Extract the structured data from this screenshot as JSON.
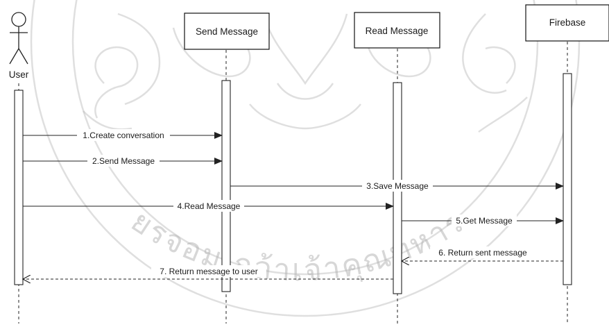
{
  "actor": {
    "label": "User"
  },
  "participants": [
    {
      "id": "send",
      "label": "Send Message"
    },
    {
      "id": "read",
      "label": "Read Message"
    },
    {
      "id": "firebase",
      "label": "Firebase"
    }
  ],
  "messages": [
    {
      "label": "1.Create conversation",
      "from": "user",
      "to": "send",
      "style": "solid"
    },
    {
      "label": "2.Send Message",
      "from": "user",
      "to": "send",
      "style": "solid"
    },
    {
      "label": "3.Save Message",
      "from": "send",
      "to": "firebase",
      "style": "solid"
    },
    {
      "label": "4.Read Message",
      "from": "user",
      "to": "read",
      "style": "solid"
    },
    {
      "label": "5.Get Message",
      "from": "read",
      "to": "firebase",
      "style": "solid"
    },
    {
      "label": "6. Return sent message",
      "from": "firebase",
      "to": "read",
      "style": "dashed"
    },
    {
      "label": "7. Return message to user",
      "from": "read",
      "to": "user",
      "style": "dashed"
    }
  ],
  "watermark": {
    "text": "ยรจอมเกล้าเจ้าคุณทหาร"
  },
  "colors": {
    "line": "#222222",
    "box_border": "#111111",
    "activation_border": "#222222",
    "watermark": "#b9b9b9"
  }
}
